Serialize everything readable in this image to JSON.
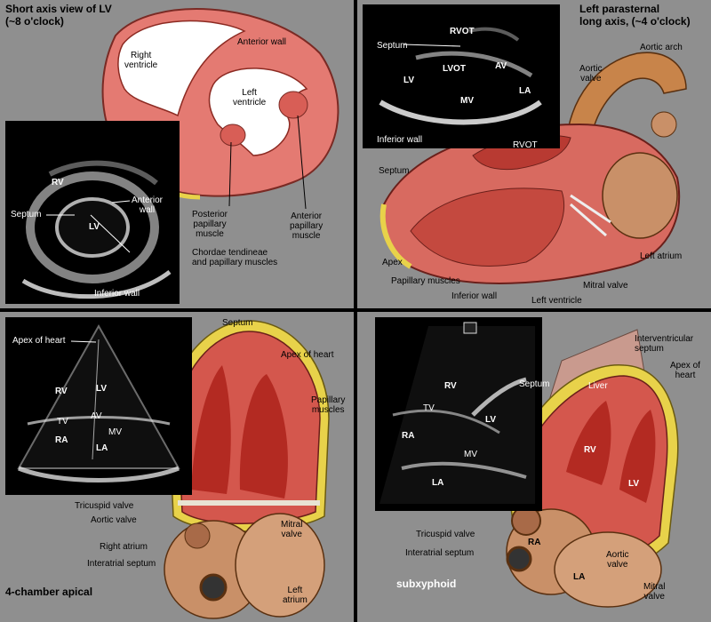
{
  "panel_short_axis": {
    "title_line1": "Short axis view of LV",
    "title_line2": "(~8 o'clock)",
    "anatomy": {
      "right_ventricle": "Right\nventricle",
      "anterior_wall": "Anterior wall",
      "left_ventricle": "Left\nventricle",
      "posterior_papillary": "Posterior\npapillary\nmuscle",
      "anterior_papillary": "Anterior\npapillary\nmuscle",
      "chordae": "Chordae tendineae\nand papillary muscles"
    },
    "echo": {
      "rv": "RV",
      "lv": "LV",
      "septum": "Septum",
      "anterior_wall": "Anterior\nwall",
      "inferior_wall": "Inferior wall"
    }
  },
  "panel_long_axis": {
    "title_line1": "Left parasternal",
    "title_line2": "long axis, (~4 o'clock)",
    "echo": {
      "rvot": "RVOT",
      "septum": "Septum",
      "lvot": "LVOT",
      "av": "AV",
      "lv": "LV",
      "la": "LA",
      "mv": "MV",
      "inferior_wall": "Inferior wall"
    },
    "anatomy": {
      "aortic_valve": "Aortic\nvalve",
      "aortic_arch": "Aortic arch",
      "rvot": "RVOT",
      "septum": "Septum",
      "apex": "Apex",
      "papillary_muscles": "Papillary muscles",
      "inferior_wall": "Inferior wall",
      "left_ventricle": "Left ventricle",
      "mitral_valve": "Mitral valve",
      "left_atrium": "Left atrium"
    }
  },
  "panel_four_chamber": {
    "caption": "4-chamber apical",
    "echo": {
      "apex": "Apex of heart",
      "rv": "RV",
      "lv": "LV",
      "tv": "TV",
      "av": "AV",
      "mv": "MV",
      "ra": "RA",
      "la": "LA"
    },
    "anatomy": {
      "septum": "Septum",
      "apex": "Apex of heart",
      "papillary": "Papillary\nmuscles",
      "tricuspid": "Tricuspid valve",
      "aortic": "Aortic valve",
      "right_atrium": "Right atrium",
      "interatrial": "Interatrial septum",
      "mitral": "Mitral\nvalve",
      "left_atrium": "Left\natrium"
    }
  },
  "panel_subxyphoid": {
    "caption": "subxyphoid",
    "echo": {
      "rv": "RV",
      "septum": "Septum",
      "tv": "TV",
      "lv": "LV",
      "ra": "RA",
      "mv": "MV",
      "la": "LA"
    },
    "anatomy": {
      "liver": "Liver",
      "interventricular": "Interventricular\nseptum",
      "apex": "Apex of\nheart",
      "rv": "RV",
      "lv": "LV",
      "ra": "RA",
      "la": "LA",
      "tricuspid": "Tricuspid valve",
      "interatrial": "Interatrial septum",
      "aortic": "Aortic\nvalve",
      "mitral": "Mitral\nvalve"
    }
  }
}
